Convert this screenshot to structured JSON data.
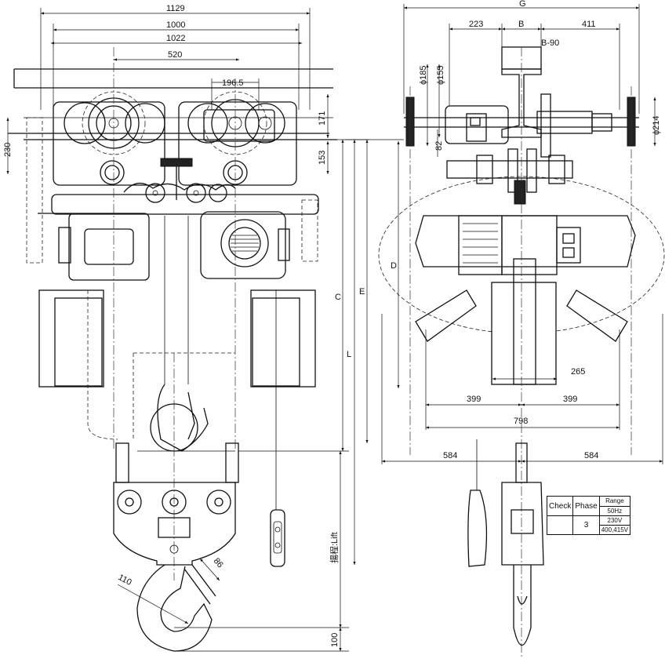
{
  "dimensions": {
    "d1129": "1129",
    "d1000": "1000",
    "d1022": "1022",
    "d520": "520",
    "d196_5": "196.5",
    "d171": "171",
    "d153": "153",
    "d230": "230",
    "dC": "C",
    "dE": "E",
    "dL": "L",
    "dLift": "揚程:Lift",
    "d100": "100",
    "d110": "110",
    "d86": "86",
    "dG": "G",
    "d223": "223",
    "dB": "B",
    "d411": "411",
    "dB90": "B-90",
    "d185": "ϕ185",
    "d155": "ϕ155",
    "d214": "ϕ214",
    "d82": "82",
    "dD": "D",
    "d265": "265",
    "d399a": "399",
    "d399b": "399",
    "d798": "798",
    "d584a": "584",
    "d584b": "584"
  },
  "spec_table": {
    "headers": {
      "check": "Check",
      "phase": "Phase",
      "range": "Range"
    },
    "frequency": "50Hz",
    "phase_value": "3",
    "voltages": [
      "230V",
      "400,415V"
    ]
  },
  "colors": {
    "line": "#111111",
    "background": "#ffffff"
  }
}
